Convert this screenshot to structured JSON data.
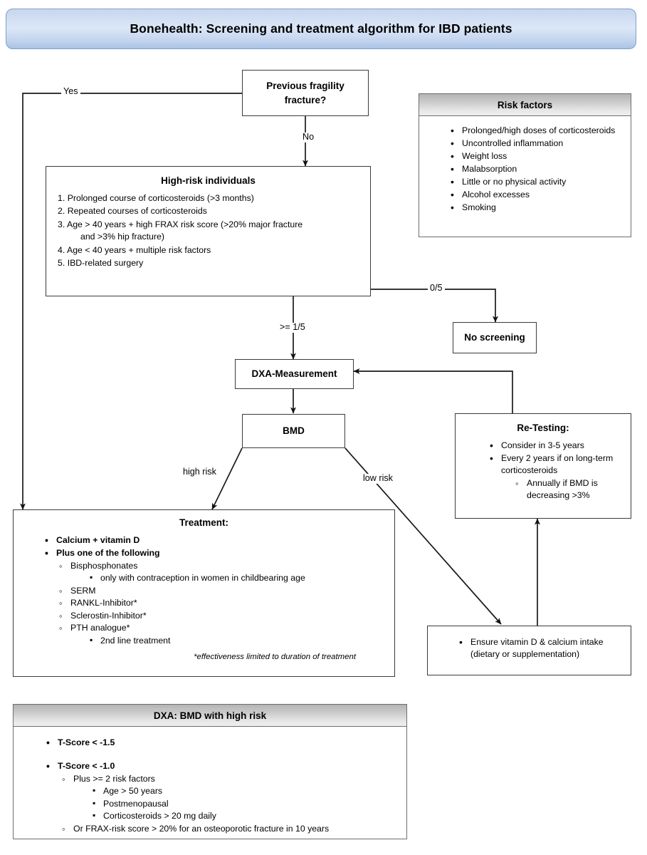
{
  "title": {
    "text": "Bonehealth: Screening and treatment algorithm for IBD patients"
  },
  "nodes": {
    "fragility": {
      "line1": "Previous fragility",
      "line2": "fracture?"
    },
    "no_screening": {
      "label": "No screening"
    },
    "dxa": {
      "label": "DXA-Measurement"
    },
    "bmd": {
      "label": "BMD"
    }
  },
  "edge_labels": {
    "yes": "Yes",
    "no": "No",
    "zero_of_five": "0/5",
    "ge_one_of_five": ">= 1/5",
    "high_risk": "high risk",
    "low_risk": "low risk"
  },
  "risk_factors": {
    "heading": "Risk factors",
    "items": [
      "Prolonged/high doses of corticosteroids",
      "Uncontrolled inflammation",
      "Weight loss",
      "Malabsorption",
      "Little or no physical activity",
      "Alcohol excesses",
      "Smoking"
    ]
  },
  "high_risk_individuals": {
    "heading": "High-risk individuals",
    "items": [
      {
        "n": "1.",
        "text": "Prolonged course of corticosteroids (>3 months)"
      },
      {
        "n": "2.",
        "text": "Repeated courses of corticosteroids"
      },
      {
        "n": "3.",
        "text": "Age > 40 years + high FRAX risk score (>20% major fracture",
        "cont": "and >3% hip fracture)"
      },
      {
        "n": "4.",
        "text": "Age < 40 years + multiple risk factors"
      },
      {
        "n": "5.",
        "text": "IBD-related surgery"
      }
    ]
  },
  "retesting": {
    "heading": "Re-Testing:",
    "items": [
      "Consider in 3-5 years",
      "Every 2 years if on long-term corticosteroids"
    ],
    "subitem": "Annually if BMD is decreasing >3%"
  },
  "treatment": {
    "heading": "Treatment:",
    "bullet1": "Calcium + vitamin D",
    "bullet2": "Plus one of the following",
    "options": [
      "Bisphosphonates",
      "SERM",
      "RANKL-Inhibitor*",
      "Sclerostin-Inhibitor*",
      "PTH analogue*"
    ],
    "sub_bisphosphonates": "only with contraception in women in childbearing age",
    "sub_pth": "2nd line treatment",
    "footnote": "*effectiveness limited to duration of treatment"
  },
  "ensure": {
    "item": "Ensure vitamin D & calcium intake (dietary or supplementation)"
  },
  "dxa_bmd_high_risk": {
    "heading": "DXA: BMD with high risk",
    "bullet1": "T-Score < -1.5",
    "bullet2": "T-Score < -1.0",
    "sub1": "Plus >= 2 risk factors",
    "sub1_items": [
      "Age > 50 years",
      "Postmenopausal",
      "Corticosteroids > 20 mg daily"
    ],
    "sub2": "Or FRAX-risk score > 20% for an osteoporotic fracture in 10 years"
  },
  "colors": {
    "banner_top": "#c7d7ee",
    "banner_bottom": "#aac3e6",
    "panel_header_top": "#b4b4b4",
    "panel_header_bottom": "#efefef",
    "border": "#3b3b3b"
  }
}
